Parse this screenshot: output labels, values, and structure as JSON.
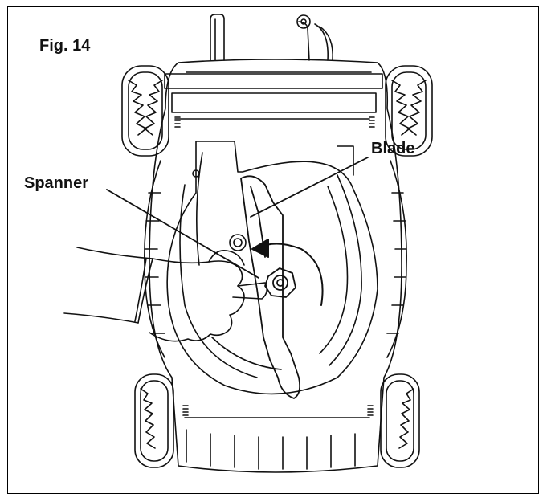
{
  "figure": {
    "title": "Fig. 14",
    "labels": {
      "spanner": "Spanner",
      "blade": "Blade"
    }
  },
  "colors": {
    "stroke": "#111111",
    "background": "#ffffff"
  }
}
